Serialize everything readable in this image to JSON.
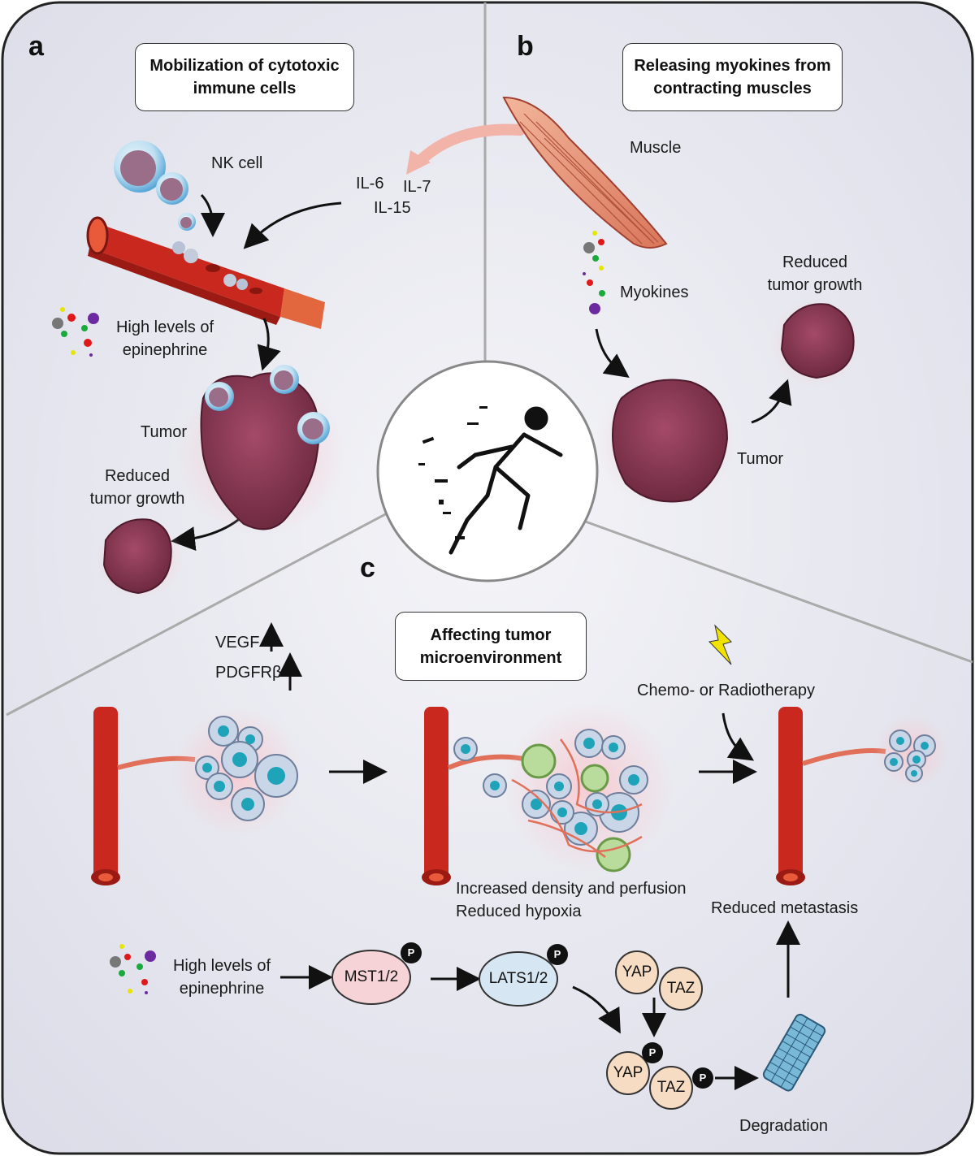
{
  "panels": {
    "a": {
      "letter": "a",
      "title_line1": "Mobilization of cytotoxic",
      "title_line2": "immune cells",
      "nk_cell": "NK cell",
      "il6": "IL-6",
      "il7": "IL-7",
      "il15": "IL-15",
      "epi_line1": "High levels of",
      "epi_line2": "epinephrine",
      "tumor": "Tumor",
      "reduced_line1": "Reduced",
      "reduced_line2": "tumor growth"
    },
    "b": {
      "letter": "b",
      "title_line1": "Releasing myokines from",
      "title_line2": "contracting muscles",
      "muscle": "Muscle",
      "myokines": "Myokines",
      "reduced_line1": "Reduced",
      "reduced_line2": "tumor growth",
      "tumor": "Tumor"
    },
    "c": {
      "letter": "c",
      "title_line1": "Affecting tumor",
      "title_line2": "microenvironment",
      "vegf": "VEGF",
      "pdgfr": "PDGFRβ",
      "chemo": "Chemo- or Radiotherapy",
      "density_line1": "Increased density and perfusion",
      "density_line2": "Reduced hypoxia",
      "reduced_metastasis": "Reduced metastasis",
      "epi_line1": "High levels of",
      "epi_line2": "epinephrine",
      "mst": "MST1/2",
      "lats": "LATS1/2",
      "yap": "YAP",
      "taz": "TAZ",
      "phospho": "P",
      "degradation": "Degradation"
    }
  },
  "colors": {
    "background": "#e9eaf2",
    "tumor": "#8a3a55",
    "vessel": "#c8281e",
    "mst_fill": "#f6d3d6",
    "lats_fill": "#d6e6f3",
    "yap_fill": "#f7dcc4",
    "cell_nucleus": "#1fa3b8"
  },
  "icons": [
    "runner-icon",
    "lightning-icon",
    "muscle-icon",
    "proteasome-icon"
  ]
}
